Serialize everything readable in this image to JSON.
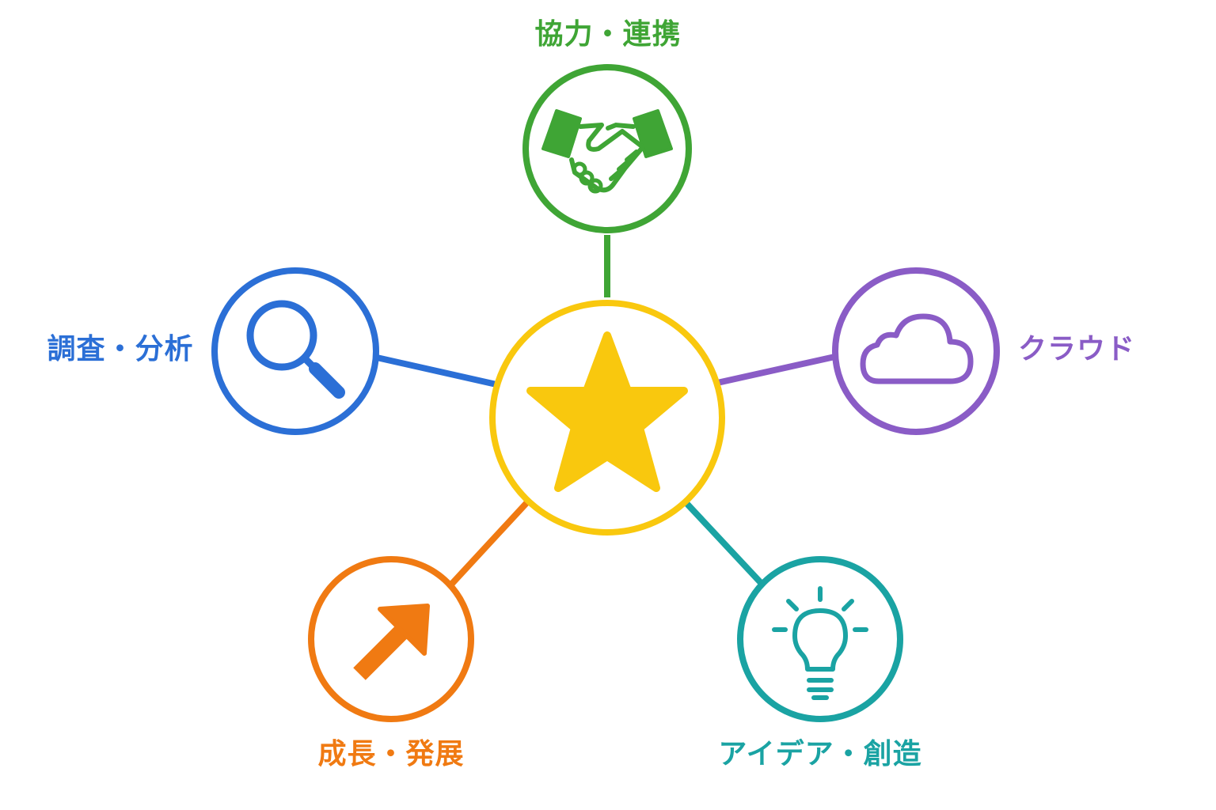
{
  "colors": {
    "center": "#F9C80E",
    "collaboration": "#3FA535",
    "research": "#2B6FD6",
    "cloud": "#8A5CC6",
    "growth": "#F07A12",
    "idea": "#1AA3A3",
    "background": "#FFFFFF"
  },
  "center": {
    "icon": "star-icon"
  },
  "nodes": {
    "collaboration": {
      "label": "協力・連携",
      "icon": "handshake-icon"
    },
    "research": {
      "label": "調査・分析",
      "icon": "magnifier-icon"
    },
    "cloud": {
      "label": "クラウド",
      "icon": "cloud-icon"
    },
    "growth": {
      "label": "成長・発展",
      "icon": "arrow-up-right-icon"
    },
    "idea": {
      "label": "アイデア・創造",
      "icon": "lightbulb-icon"
    }
  }
}
